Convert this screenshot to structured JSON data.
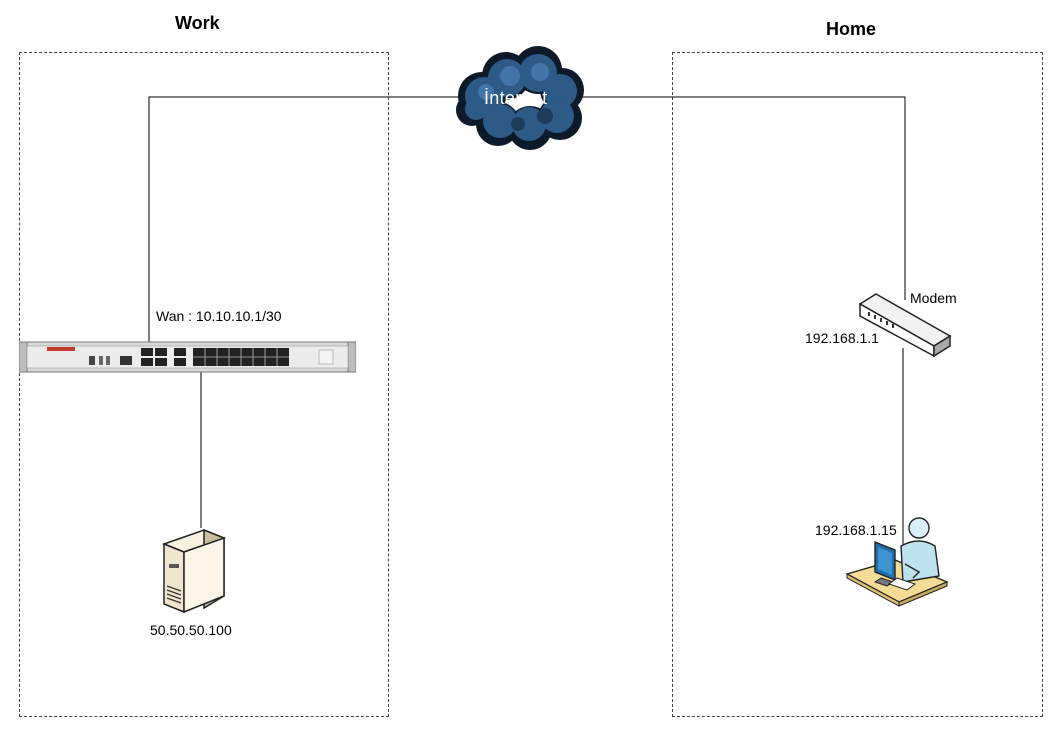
{
  "zones": {
    "work": {
      "title": "Work"
    },
    "home": {
      "title": "Home"
    }
  },
  "cloud": {
    "label": "İnternet"
  },
  "firewall": {
    "wan_label": "Wan : 10.10.10.1/30"
  },
  "server": {
    "ip": "50.50.50.100"
  },
  "modem": {
    "name": "Modem",
    "ip": "192.168.1.1"
  },
  "workstation": {
    "ip": "192.168.1.15"
  },
  "colors": {
    "cloud": "#2d5a87",
    "cloud_dark": "#0d1a2a",
    "desk": "#f5dc96",
    "zone_border": "#444444"
  }
}
